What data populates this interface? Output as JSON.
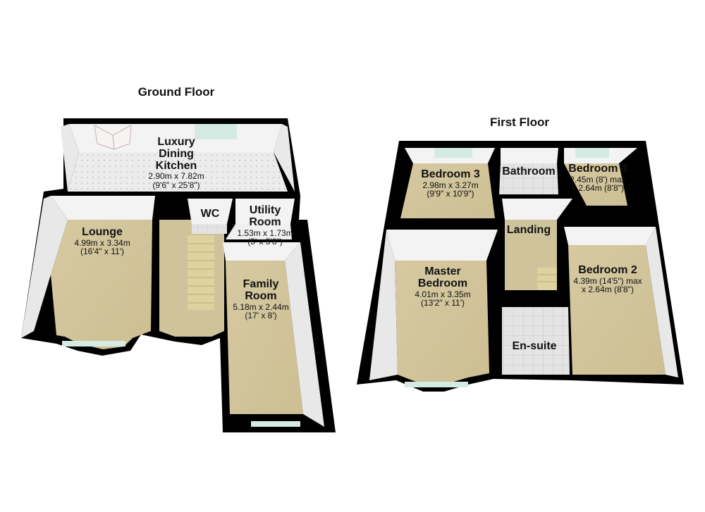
{
  "floors": {
    "ground": {
      "title": "Ground Floor",
      "rooms": {
        "kitchen": {
          "name_line1": "Luxury",
          "name_line2": "Dining",
          "name_line3": "Kitchen",
          "dim_metric": "2.90m x 7.82m",
          "dim_imperial": "(9'6\" x 25'8\")"
        },
        "lounge": {
          "name": "Lounge",
          "dim_metric": "4.99m x 3.34m",
          "dim_imperial": "(16'4\" x 11')"
        },
        "wc": {
          "name": "WC"
        },
        "utility": {
          "name_line1": "Utility",
          "name_line2": "Room",
          "dim_metric": "1.53m x 1.73m",
          "dim_imperial": "(5' x 5'8\")"
        },
        "family": {
          "name_line1": "Family",
          "name_line2": "Room",
          "dim_metric": "5.18m x 2.44m",
          "dim_imperial": "(17' x 8')"
        }
      }
    },
    "first": {
      "title": "First Floor",
      "rooms": {
        "bedroom3": {
          "name": "Bedroom 3",
          "dim_metric": "2.98m x 3.27m",
          "dim_imperial": "(9'9\" x 10'9\")"
        },
        "bathroom": {
          "name": "Bathroom"
        },
        "bedroom4": {
          "name": "Bedroom 4",
          "dim_line1": "2.45m (8') max",
          "dim_line2": "x 2.64m (8'8\")"
        },
        "landing": {
          "name": "Landing"
        },
        "master": {
          "name_line1": "Master",
          "name_line2": "Bedroom",
          "dim_metric": "4.01m x 3.35m",
          "dim_imperial": "(13'2\" x 11')"
        },
        "bedroom2": {
          "name": "Bedroom 2",
          "dim_line1": "4.39m (14'5\") max",
          "dim_line2": "x 2.64m (8'8\")"
        },
        "ensuite": {
          "name": "En-suite"
        }
      }
    }
  },
  "colors": {
    "wall": "#000000",
    "carpet": "#d8cca4",
    "tile": "#e6e6e6",
    "wall_face": "#f2f2f2",
    "glass": "#cfe6de"
  }
}
